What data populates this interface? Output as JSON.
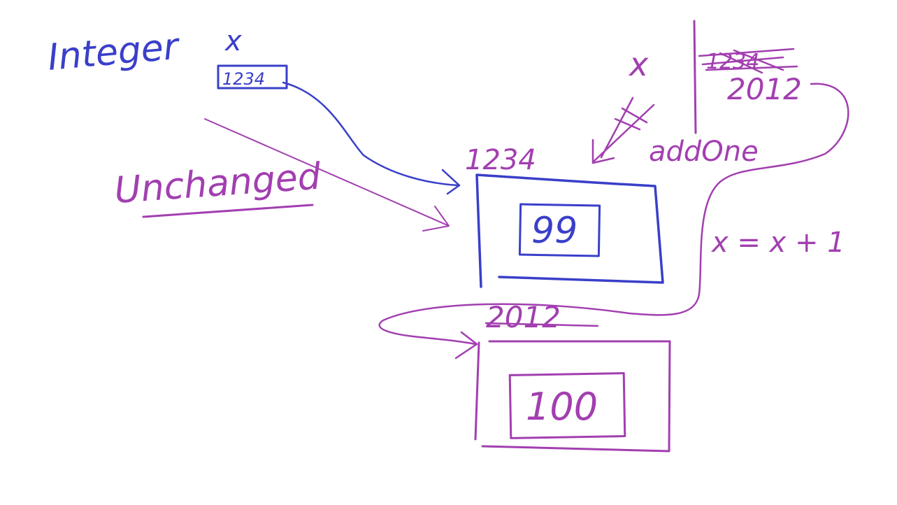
{
  "whiteboard": {
    "variable_declaration": {
      "type_word": "Integer",
      "var_name": "x",
      "ref_value": "1234"
    },
    "unchanged_note": "Unchanged",
    "method_frame": {
      "var_name": "x",
      "crossed_value": "1234",
      "new_value": "2012",
      "method_name": "addOne"
    },
    "assignment": "x = x + 1",
    "object_old": {
      "address": "1234",
      "value": "99"
    },
    "object_new": {
      "address": "2012",
      "value": "100"
    },
    "colors": {
      "original_ink": "#3a3fc9",
      "method_ink": "#a23fb0",
      "background": "#ffffff"
    }
  }
}
